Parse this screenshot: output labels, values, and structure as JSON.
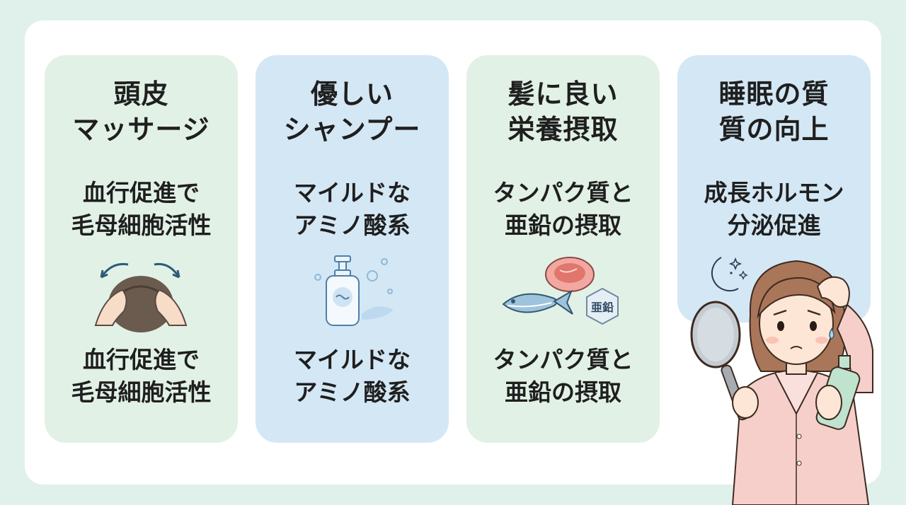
{
  "cards": [
    {
      "title_lines": [
        "頭皮",
        "マッサージ"
      ],
      "top_lines": [
        "血行促進で",
        "毛母細胞活性"
      ],
      "bottom_lines": [
        "血行促進で",
        "毛母細胞活性"
      ],
      "icon": "scalp-massage-icon"
    },
    {
      "title_lines": [
        "優しい",
        "シャンプー"
      ],
      "top_lines": [
        "マイルドな",
        "アミノ酸系"
      ],
      "bottom_lines": [
        "マイルドな",
        "アミノ酸系"
      ],
      "icon": "shampoo-bottle-icon"
    },
    {
      "title_lines": [
        "髪に良い",
        "栄養摂取"
      ],
      "top_lines": [
        "タンパク質と",
        "亜鉛の摂取"
      ],
      "bottom_lines": [
        "タンパク質と",
        "亜鉛の摂取"
      ],
      "icon": "fish-meat-zinc-icon",
      "zinc_label": "亜鉛"
    },
    {
      "title_lines": [
        "睡眠の質",
        "質の向上"
      ],
      "top_lines": [
        "成長ホルモン",
        "分泌促進"
      ],
      "icon": "moon-stars-icon"
    }
  ],
  "colors": {
    "background": "#dff1ea",
    "card_green": "#e2f1e6",
    "card_blue": "#d4e7f5",
    "text": "#1f1f1f"
  },
  "character": "worried-woman-with-mirror-illustration"
}
